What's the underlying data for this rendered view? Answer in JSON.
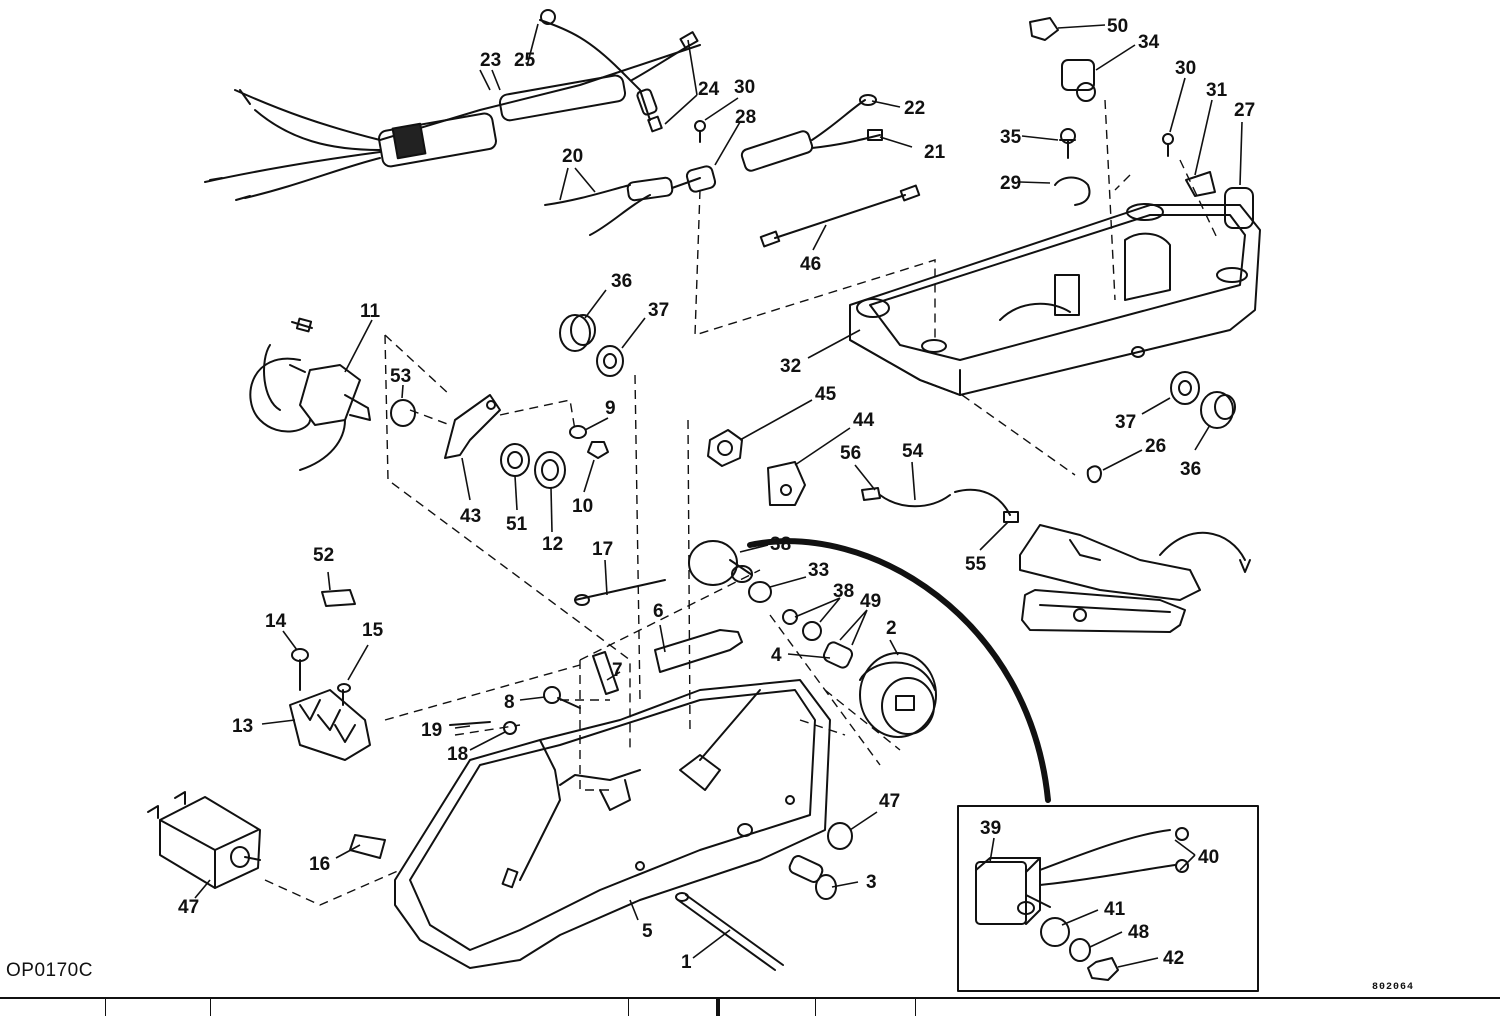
{
  "diagram": {
    "drawing_code": "OP0170C",
    "reference_code": "802064",
    "part_numbers": {
      "p1": "1",
      "p2": "2",
      "p3": "3",
      "p4": "4",
      "p5": "5",
      "p6": "6",
      "p7": "7",
      "p8": "8",
      "p9": "9",
      "p10": "10",
      "p11": "11",
      "p12": "12",
      "p13": "13",
      "p14": "14",
      "p15": "15",
      "p16": "16",
      "p17": "17",
      "p18": "18",
      "p19": "19",
      "p20": "20",
      "p21": "21",
      "p22": "22",
      "p23": "23",
      "p24": "24",
      "p25": "25",
      "p26": "26",
      "p27": "27",
      "p28": "28",
      "p29": "29",
      "p30": "30",
      "p31": "31",
      "p32": "32",
      "p33": "33",
      "p34": "34",
      "p35": "35",
      "p36": "36",
      "p37": "37",
      "p38": "38",
      "p39": "39",
      "p40": "40",
      "p41": "41",
      "p42": "42",
      "p43": "43",
      "p44": "44",
      "p45": "45",
      "p46": "46",
      "p47": "47",
      "p48": "48",
      "p49": "49",
      "p50": "50",
      "p51": "51",
      "p52": "52",
      "p53": "53",
      "p54": "54",
      "p55": "55",
      "p56": "56"
    },
    "line_color": "#111111",
    "background_color": "#ffffff"
  }
}
